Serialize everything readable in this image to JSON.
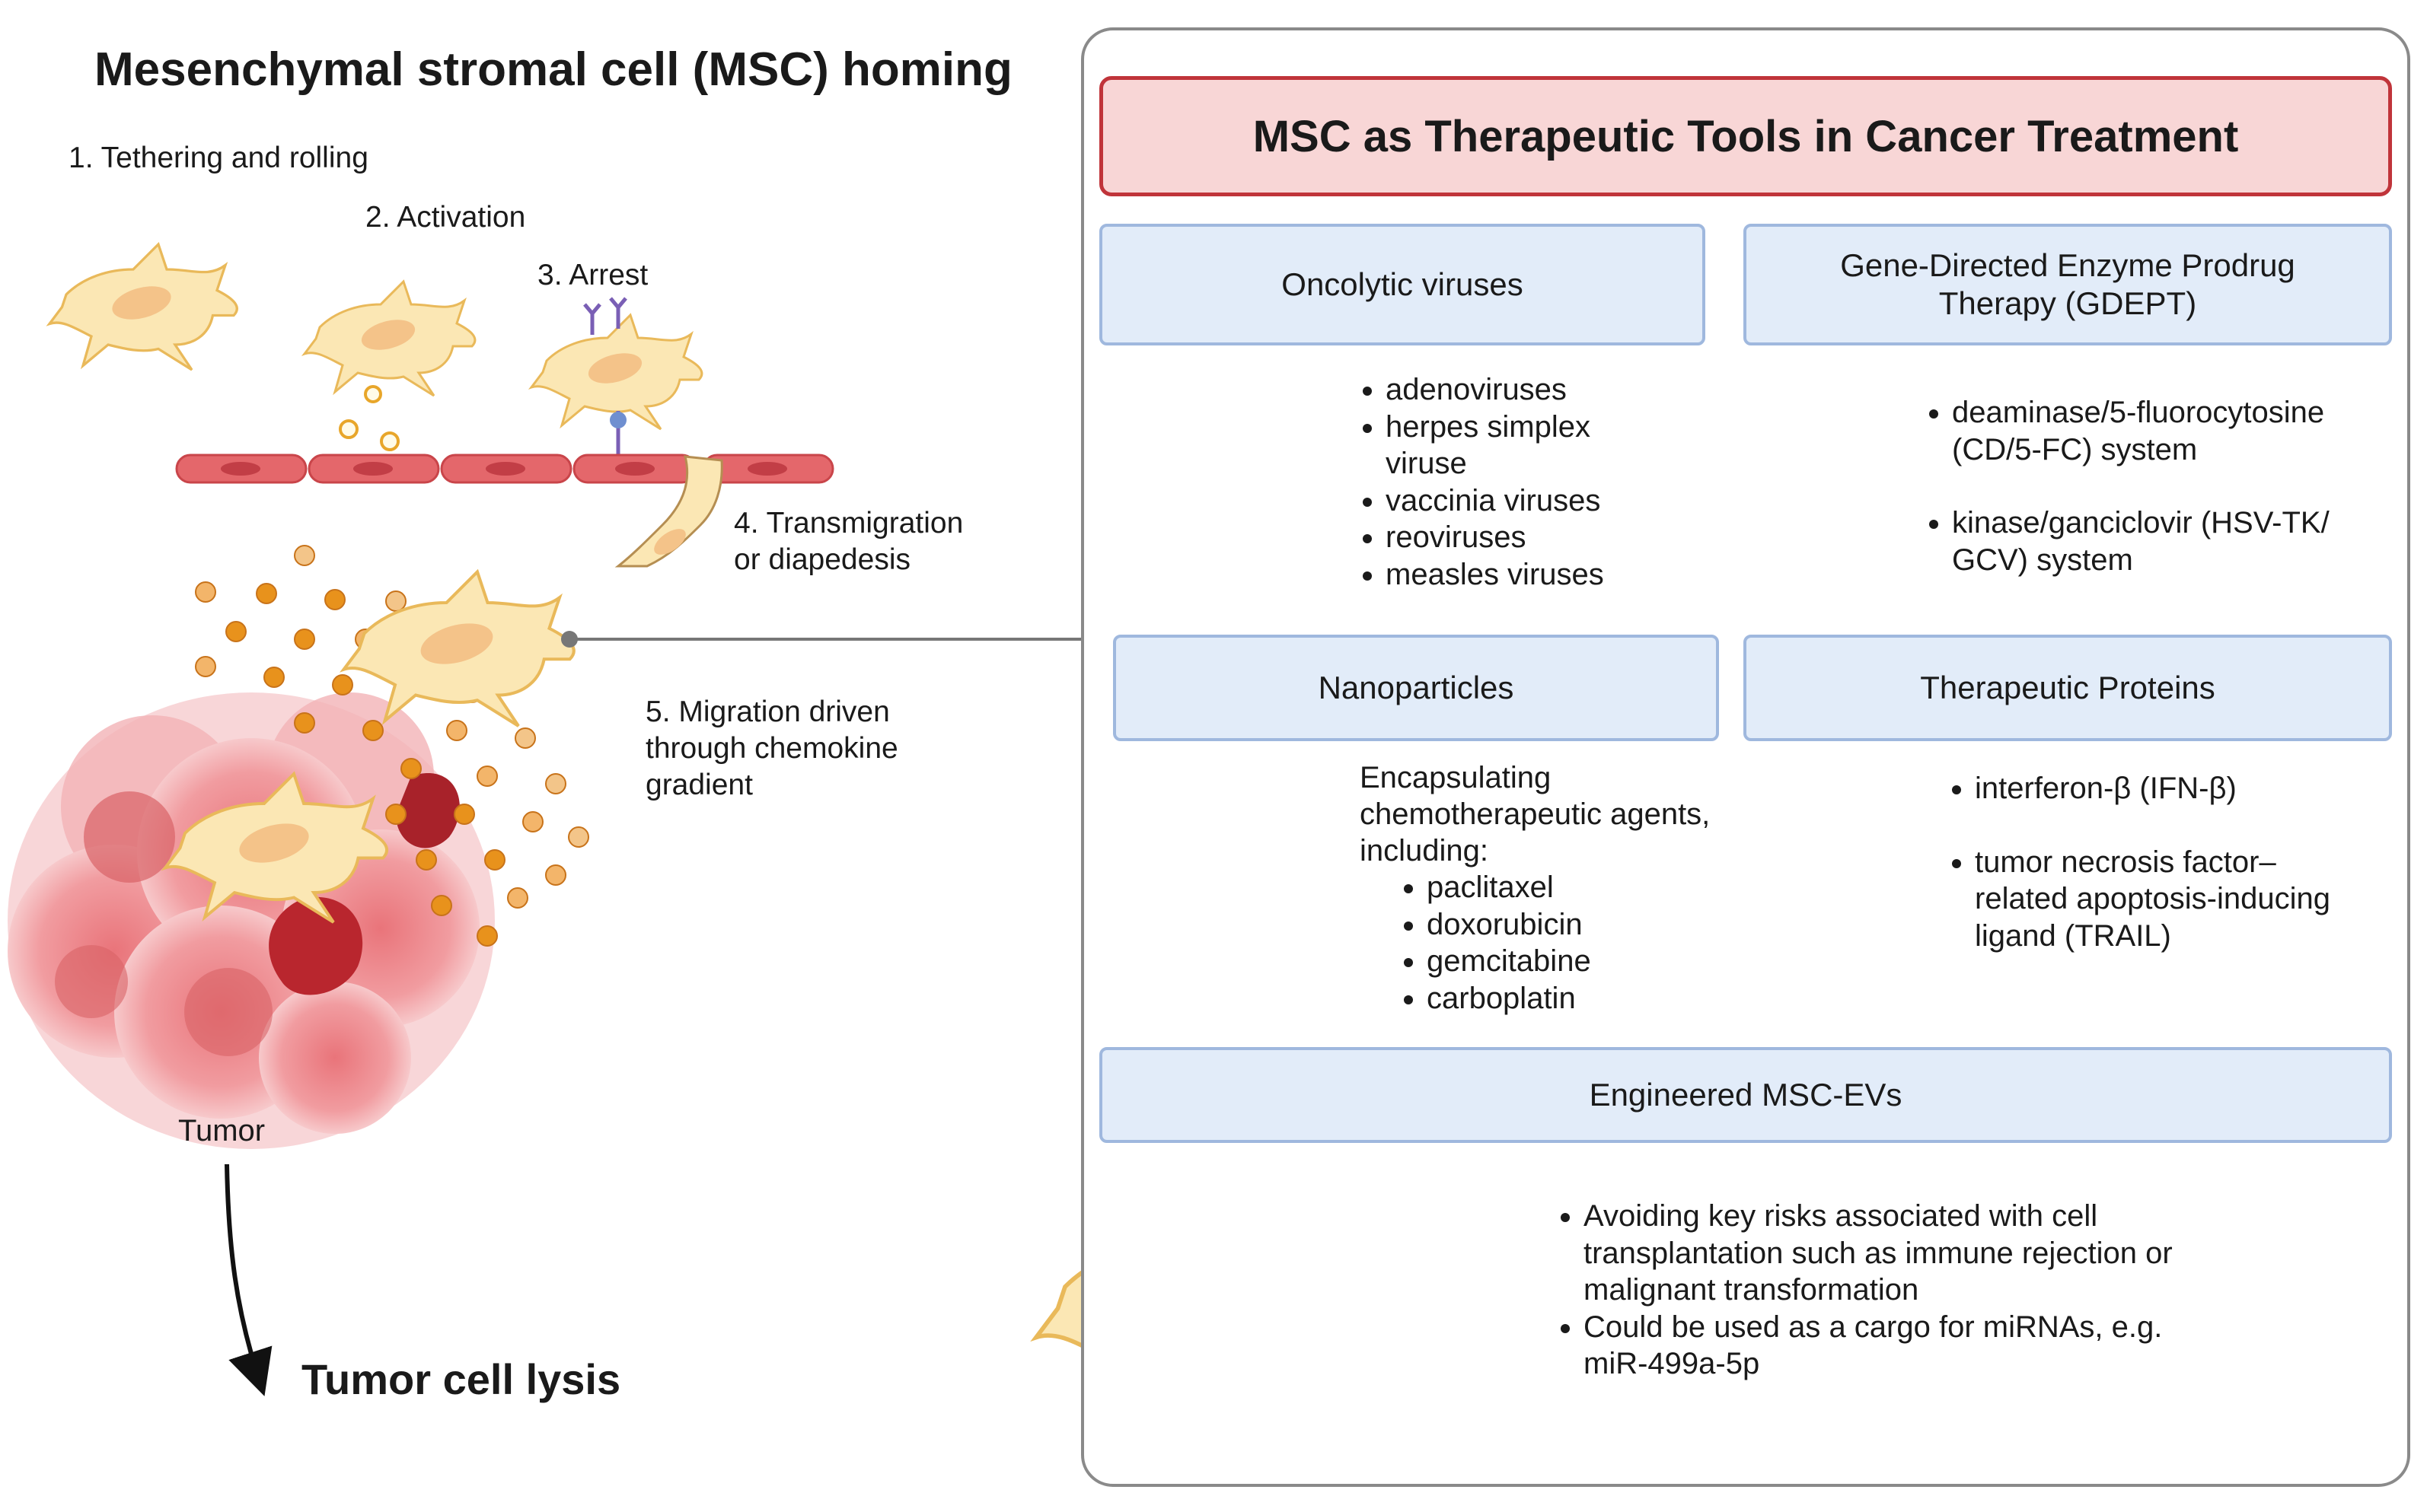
{
  "left": {
    "title": "Mesenchymal stromal cell (MSC) homing",
    "steps": {
      "s1": "1.  Tethering and rolling",
      "s2": "2. Activation",
      "s3": "3. Arrest",
      "s4_line1": "4. Transmigration",
      "s4_line2": "or diapedesis",
      "s5_line1": "5. Migration driven",
      "s5_line2": "through chemokine",
      "s5_line3": "gradient"
    },
    "tumor_label": "Tumor",
    "outcome": "Tumor cell lysis"
  },
  "right": {
    "header": "MSC as Therapeutic Tools in Cancer Treatment",
    "oncolytic": {
      "title": "Oncolytic viruses",
      "items": [
        "adenoviruses",
        "herpes simplex",
        "viruse",
        "vaccinia viruses",
        "reoviruses",
        "measles viruses"
      ]
    },
    "gdept": {
      "title_line1": "Gene-Directed Enzyme Prodrug",
      "title_line2": "Therapy (GDEPT)",
      "items": [
        {
          "line1": "deaminase/5-fluorocytosine",
          "line2": "(CD/5-FC) system"
        },
        {
          "line1": "kinase/ganciclovir (HSV-TK/",
          "line2": "GCV) system"
        }
      ]
    },
    "nanoparticles": {
      "title": "Nanoparticles",
      "intro_line1": "Encapsulating",
      "intro_line2": "chemotherapeutic agents,",
      "intro_line3": "including:",
      "items": [
        "paclitaxel",
        "doxorubicin",
        "gemcitabine",
        "carboplatin"
      ]
    },
    "proteins": {
      "title": "Therapeutic Proteins",
      "items": [
        {
          "line1": "interferon-β (IFN-β)",
          "line2": "",
          "line3": ""
        },
        {
          "line1": "tumor necrosis factor–",
          "line2": "related apoptosis-inducing",
          "line3": "ligand (TRAIL)"
        }
      ]
    },
    "evs": {
      "title": "Engineered MSC-EVs",
      "items": [
        {
          "line1": "Avoiding key risks associated with cell",
          "line2": "transplantation such as immune rejection or",
          "line3": "malignant transformation"
        },
        {
          "line1": "Could be used as a cargo for miRNAs, e.g.",
          "line2": "miR-499a-5p",
          "line3": ""
        }
      ]
    }
  },
  "colors": {
    "header_fill": "#f8d6d6",
    "header_border": "#c0343a",
    "category_fill": "#e2ecf9",
    "category_border": "#9fb8de",
    "msc_cell": "#fbe7b4",
    "endothelium": "#e4676b",
    "chemokine": "#e8921c",
    "tumor": "#e8787c"
  }
}
